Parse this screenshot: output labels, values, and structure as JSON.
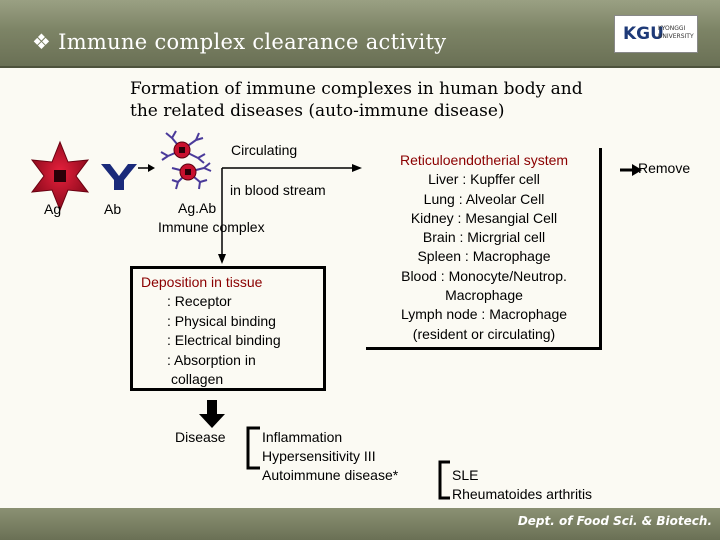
{
  "header": {
    "bullet": "❖",
    "title": "Immune complex clearance activity",
    "logo_main": "KGU",
    "logo_sub_1": "KYONGGI",
    "logo_sub_2": "UNIVERSITY"
  },
  "subtitle": {
    "line1": "Formation of immune complexes in human body and",
    "line2": "the related diseases (auto-immune disease)"
  },
  "labels": {
    "ag": "Ag",
    "ab": "Ab",
    "circulating": "Circulating",
    "in_blood_stream": "in blood stream",
    "agab": "Ag.Ab",
    "immune_complex": "Immune complex",
    "remove": "Remove",
    "disease": "Disease"
  },
  "deposition": {
    "title": "Deposition in tissue",
    "items": [
      ": Receptor",
      ": Physical binding",
      ": Electrical binding",
      ": Absorption in",
      "  collagen"
    ]
  },
  "reticulo": {
    "title": "Reticuloendotherial system",
    "items": [
      "Liver : Kupffer cell",
      "Lung : Alveolar Cell",
      "Kidney : Mesangial Cell",
      "Brain : Micrgrial cell",
      "Spleen : Macrophage",
      "Blood : Monocyte/Neutrop.",
      "Macrophage",
      "Lymph node : Macrophage",
      "(resident or circulating)"
    ]
  },
  "disease": {
    "items": [
      "Inflammation",
      "Hypersensitivity III",
      "Autoimmune disease*"
    ],
    "autoimmune": [
      "SLE",
      "Rheumatoides arthritis"
    ]
  },
  "footer": {
    "text": "Dept. of Food Sci. & Biotech."
  },
  "colors": {
    "antigen_red": "#c8102e",
    "antibody_blue": "#1a2a7a",
    "reticulo_title": "#8b0000",
    "deposit_title": "#8b0000"
  }
}
